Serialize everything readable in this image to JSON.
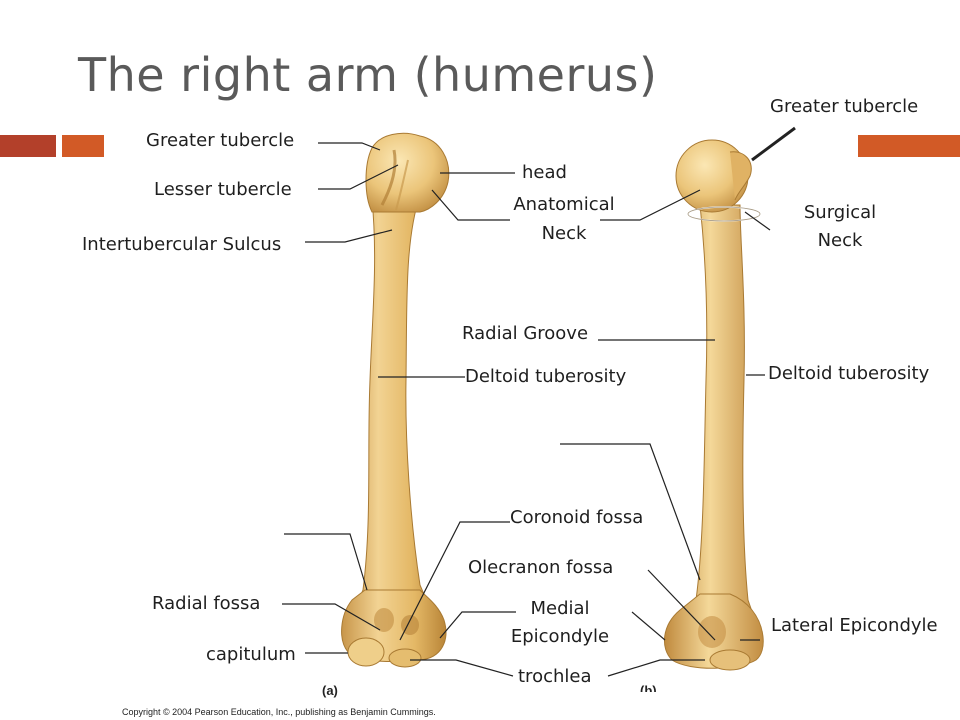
{
  "title": "The right arm (humerus)",
  "panels": {
    "a": "(a)",
    "b": "(b)"
  },
  "copyright": "Copyright © 2004 Pearson Education, Inc., publishing as Benjamin Cummings.",
  "colors": {
    "bone": "#e7bf6e",
    "bone_shadow": "#c1903f",
    "bone_highlight": "#f6dda0",
    "band_dark": "#b3402a",
    "band_orange": "#d25a26",
    "leader": "#222222"
  },
  "labels": {
    "greater_tubercle_a": "Greater tubercle",
    "lesser_tubercle": "Lesser tubercle",
    "intertubercular_sulcus": "Intertubercular Sulcus",
    "head": "head",
    "anatomical_neck_1": "Anatomical",
    "anatomical_neck_2": "Neck",
    "greater_tubercle_b": "Greater tubercle",
    "surgical_neck_1": "Surgical",
    "surgical_neck_2": "Neck",
    "radial_groove": "Radial Groove",
    "deltoid_tuberosity_a": "Deltoid tuberosity",
    "deltoid_tuberosity_b": "Deltoid tuberosity",
    "coronoid_fossa": "Coronoid fossa",
    "olecranon_fossa": "Olecranon fossa",
    "medial_epicondyle_1": "Medial",
    "medial_epicondyle_2": "Epicondyle",
    "lateral_epicondyle": "Lateral Epicondyle",
    "radial_fossa": "Radial fossa",
    "capitulum": "capitulum",
    "trochlea": "trochlea"
  }
}
